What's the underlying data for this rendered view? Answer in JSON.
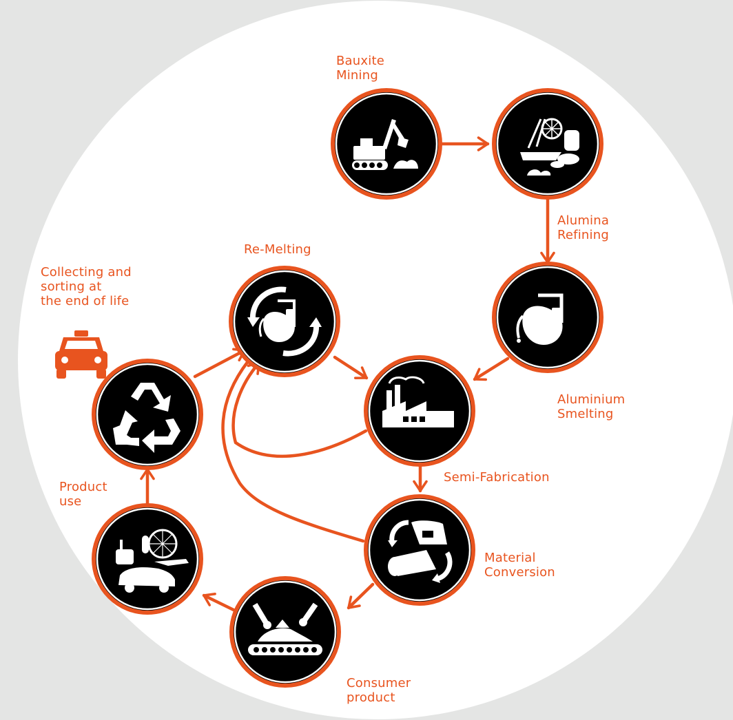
{
  "colors": {
    "background": "#e4e5e4",
    "disc": "#ffffff",
    "accent": "#e8541f",
    "node_fill": "#000000",
    "icon": "#ffffff"
  },
  "nodes": [
    {
      "id": "bauxite-mining",
      "label": "Bauxite\nMining",
      "icon": "excavator-icon"
    },
    {
      "id": "alumina-refining-plant",
      "label": "Alumina\nRefining",
      "icon": "refinery-icon"
    },
    {
      "id": "aluminium-smelting",
      "label": "Aluminium\nSmelting",
      "icon": "ladle-icon"
    },
    {
      "id": "semi-fabrication",
      "label": "Semi-Fabrication",
      "icon": "factory-icon"
    },
    {
      "id": "material-conversion",
      "label": "Material\nConversion",
      "icon": "sheet-roll-icon"
    },
    {
      "id": "consumer-product",
      "label": "Consumer\nproduct",
      "icon": "robot-assembly-icon"
    },
    {
      "id": "product-use",
      "label": "Product\nuse",
      "icon": "products-icon"
    },
    {
      "id": "collecting-sorting",
      "label": "Collecting and\nsorting at\nthe end of life",
      "icon": "recycle-icon"
    },
    {
      "id": "re-melting",
      "label": "Re-Melting",
      "icon": "remelt-icon"
    }
  ],
  "decorations": [
    "car-icon"
  ],
  "edges": [
    {
      "from": "bauxite-mining",
      "to": "alumina-refining-plant"
    },
    {
      "from": "alumina-refining-plant",
      "to": "aluminium-smelting"
    },
    {
      "from": "aluminium-smelting",
      "to": "semi-fabrication"
    },
    {
      "from": "semi-fabrication",
      "to": "material-conversion"
    },
    {
      "from": "material-conversion",
      "to": "consumer-product"
    },
    {
      "from": "consumer-product",
      "to": "product-use"
    },
    {
      "from": "product-use",
      "to": "collecting-sorting"
    },
    {
      "from": "collecting-sorting",
      "to": "re-melting"
    },
    {
      "from": "re-melting",
      "to": "semi-fabrication"
    },
    {
      "from": "semi-fabrication",
      "to": "re-melting"
    },
    {
      "from": "material-conversion",
      "to": "re-melting"
    }
  ]
}
